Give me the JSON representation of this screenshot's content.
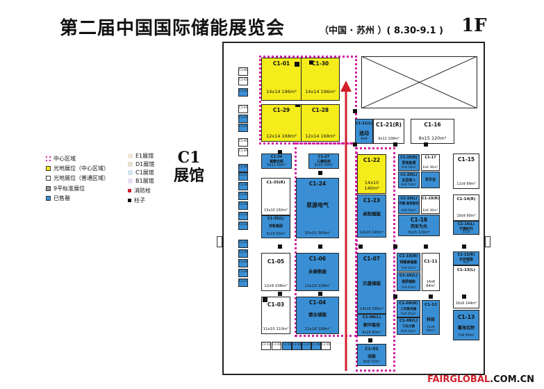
{
  "header": {
    "title": "第二届中国国际储能展览会",
    "subtitle": "（中国 · 苏州 ）( 8.30-9.1 )",
    "floor": "1F"
  },
  "legend": {
    "items": [
      {
        "label": "中心区域",
        "color": "#d21fa3",
        "style": "dotted"
      },
      {
        "label": "光地展位（中心区域）",
        "color": "#f5ec1b",
        "style": "fill"
      },
      {
        "label": "光地展位（普通区域）",
        "color": "#ffffff",
        "style": "fill"
      },
      {
        "label": "9平标准展位",
        "color": "#9a9a9a",
        "style": "fill"
      },
      {
        "label": "已售罄",
        "color": "#3a8fd4",
        "style": "fill"
      }
    ],
    "halls": [
      {
        "label": "E1展馆",
        "color": "#f2e6d8"
      },
      {
        "label": "D1展馆",
        "color": "#e6e0cf"
      },
      {
        "label": "C1展馆",
        "color": "#d3e4ee"
      },
      {
        "label": "B1展馆",
        "color": "#e6ddf1"
      },
      {
        "label": "消防栓",
        "color": "#d21f2a"
      },
      {
        "label": "柱子",
        "color": "#111111"
      }
    ],
    "hall_name_1": "C1",
    "hall_name_2": "展馆"
  },
  "booths": {
    "c101": {
      "id": "C1-01",
      "size": "14x14 196m²"
    },
    "c130": {
      "id": "C1-30",
      "size": "14x14 196m²"
    },
    "c129": {
      "id": "C1-29",
      "size": "12x14 168m²"
    },
    "c128": {
      "id": "C1-28",
      "size": "12x14 168m²"
    },
    "c121r": {
      "id": "C1-21(R)",
      "size": "9x12 108m²"
    },
    "c121l": {
      "id": "C1-21(L)",
      "name": "迷动",
      "size": "6x4"
    },
    "c116": {
      "id": "C1-16",
      "size": "8x15 120m²"
    },
    "c134": {
      "id": "C1-34",
      "name": "德華光炬",
      "size": "5x11 50m²"
    },
    "c127": {
      "id": "C1-27",
      "name": "三维科技",
      "size": "5x10 50m²"
    },
    "c122": {
      "id": "C1-22",
      "size": "14x10 140m²"
    },
    "c120r": {
      "id": "C1-20(R)",
      "name": "爱格能源",
      "size": "6x9 54m²"
    },
    "c120l": {
      "id": "C1-20(L)",
      "name": "瓦豆新人",
      "size": "6x9 54m²"
    },
    "c117": {
      "id": "C1-17",
      "name": "百华宝",
      "size": "6x6 36m²"
    },
    "c115": {
      "id": "C1-15",
      "size": "11x9 99m²"
    },
    "c135r": {
      "id": "C1-35(R)",
      "size": "15x10 150m²"
    },
    "c135l": {
      "id": "C1-35(L)",
      "name": "安新集团",
      "size": "5x10 50m²"
    },
    "c124": {
      "id": "C1-24",
      "name": "思源电气",
      "size": "20x15 300m²"
    },
    "c123": {
      "id": "C1-23",
      "name": "卓阳储能",
      "size": "14x10 140m²"
    },
    "c119l": {
      "id": "C1-19(L)",
      "name": "安徽 晶锐股份",
      "size": "6x9 54m²"
    },
    "c119r": {
      "id": "C1-19(R)",
      "size": "6x6 36m²"
    },
    "c118": {
      "id": "C1-18",
      "name": "西安为光",
      "size": "8x15 120m²"
    },
    "c114r": {
      "id": "C1-14(R)",
      "size": "10x9 90m²"
    },
    "c114l": {
      "id": "C1-14(L)",
      "name": "宁德时代",
      "size": "5x10"
    },
    "c105": {
      "id": "C1-05",
      "size": "12x9 108m²"
    },
    "c106": {
      "id": "C1-06",
      "name": "永泰数能",
      "size": "12x19 228m²"
    },
    "c107": {
      "id": "C1-07",
      "name": "贝盛储能",
      "size": "19x10 190m²"
    },
    "c110r": {
      "id": "C1-10(R)",
      "name": "特隆美储能",
      "size": "7x9 63m²"
    },
    "c110l": {
      "id": "C1-10(L)",
      "name": "诺辰储能",
      "size": "7x9 63m²"
    },
    "c111": {
      "id": "C1-11",
      "size": "14x6 84m²"
    },
    "c113r": {
      "id": "C1-13(R)",
      "name": "无穷智能",
      "size": "9x5"
    },
    "c113l": {
      "id": "C1-13(L)",
      "size": "16x9 144m²"
    },
    "c103": {
      "id": "C1-03",
      "size": "11x10 110m²"
    },
    "c104": {
      "id": "C1-04",
      "name": "德业储能",
      "size": "11x18 198m²"
    },
    "c108": {
      "id": "C1-08(L)",
      "name": "朝华稳冠",
      "size": "8x10 80m²"
    },
    "c109r": {
      "id": "C1-09(R)",
      "name": "三安能电器",
      "size": "5x9 45m²"
    },
    "c109l": {
      "id": "C1-09(L)",
      "name": "三比力源",
      "size": "6x9 54m²"
    },
    "c112": {
      "id": "C1-12",
      "name": "科技",
      "size": "11x6 66m²"
    },
    "c113": {
      "id": "C1-13",
      "name": "戴海瓦特",
      "size": "7x9 63m²"
    },
    "c102": {
      "id": "C1-02",
      "name": "派能",
      "size": "8x9 72m²"
    }
  },
  "small_booths_left": [
    "C1-46",
    "C1-45",
    "C1-44",
    "C1-43",
    "C1-42",
    "C1-41",
    "C1-40",
    "C1-39",
    "C1-38",
    "C1-37",
    "C1-36",
    "C1-35",
    "C1-34",
    "C1-33",
    "C1-32",
    "C1-31",
    "C1-30",
    "C1-29",
    "C1-28",
    "C1-27"
  ],
  "small_booths_bottom": [
    "C1-53",
    "C1-54",
    "C1-55",
    "C1-56",
    "C1-57",
    "C1-58",
    "C1-59"
  ],
  "footer": {
    "brand": "FAIRGLOBAL",
    "domain": ".COM.CN"
  }
}
